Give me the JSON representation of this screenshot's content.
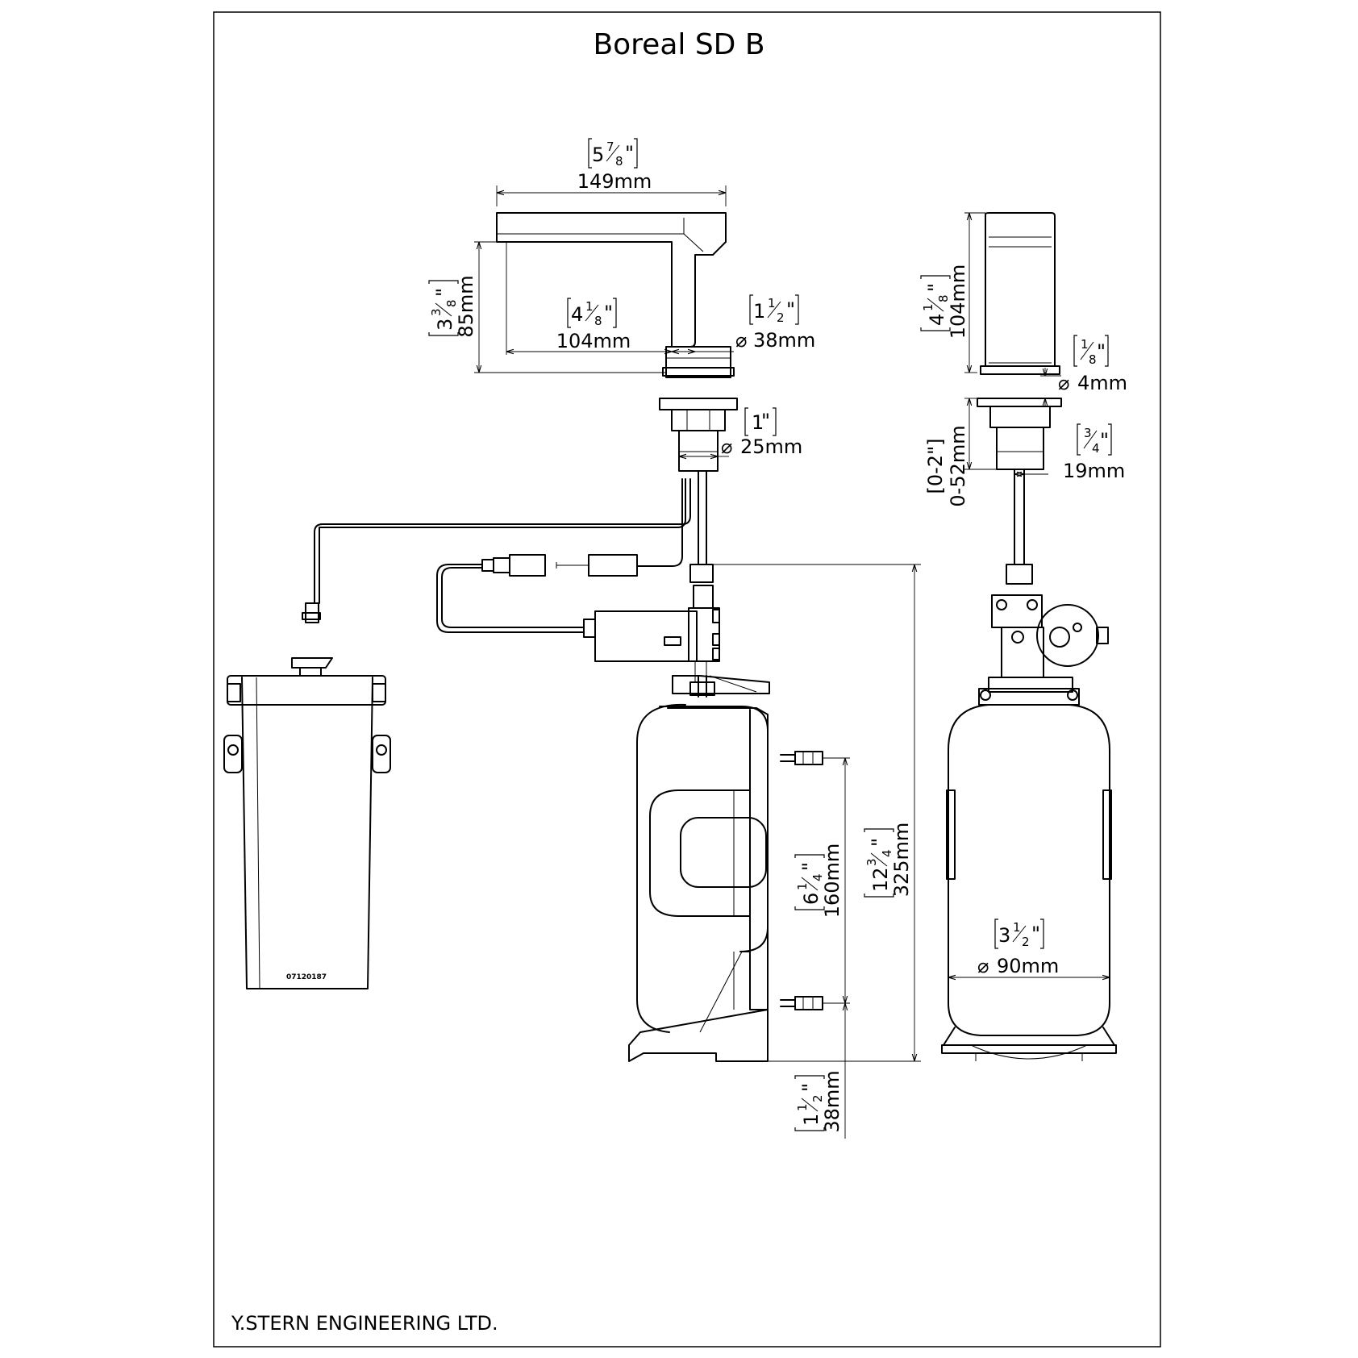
{
  "title": "Boreal SD B",
  "company": "Y.STERN ENGINEERING LTD.",
  "battery_box_code": "07120187",
  "dimensions": {
    "spout_length": {
      "mm": "149mm",
      "in_whole": "5",
      "in_num": "7",
      "in_den": "8",
      "in_mark": "\""
    },
    "spout_height": {
      "mm": "85mm",
      "in_whole": "3",
      "in_num": "3",
      "in_den": "8",
      "in_mark": "\""
    },
    "spout_reach": {
      "mm": "104mm",
      "in_whole": "4",
      "in_num": "1",
      "in_den": "8",
      "in_mark": "\""
    },
    "body_diameter": {
      "mm": "38mm",
      "in_whole": "1",
      "in_num": "1",
      "in_den": "2",
      "in_mark": "\""
    },
    "shank_diameter": {
      "mm": "25mm",
      "in_whole": "1",
      "in_mark": "\""
    },
    "side_height": {
      "mm": "104mm",
      "in_whole": "4",
      "in_num": "1",
      "in_den": "8",
      "in_mark": "\""
    },
    "gap": {
      "mm": "4mm",
      "in_num": "1",
      "in_den": "8",
      "in_mark": "\""
    },
    "deck_range": {
      "mm": "0-52mm",
      "in": "[0-2\"]"
    },
    "tube_diameter": {
      "mm": "19mm",
      "in_num": "3",
      "in_den": "4",
      "in_mark": "\""
    },
    "inlet_spacing": {
      "mm": "160mm",
      "in_whole": "6",
      "in_num": "1",
      "in_den": "4",
      "in_mark": "\""
    },
    "tank_height": {
      "mm": "325mm",
      "in_whole": "12",
      "in_num": "3",
      "in_den": "4",
      "in_mark": "\""
    },
    "tank_diameter": {
      "mm": "90mm",
      "in_whole": "3",
      "in_num": "1",
      "in_den": "2",
      "in_mark": "\""
    },
    "base_offset": {
      "mm": "38mm",
      "in_whole": "1",
      "in_num": "1",
      "in_den": "2",
      "in_mark": "\""
    }
  },
  "diameter_symbol": "⌀"
}
